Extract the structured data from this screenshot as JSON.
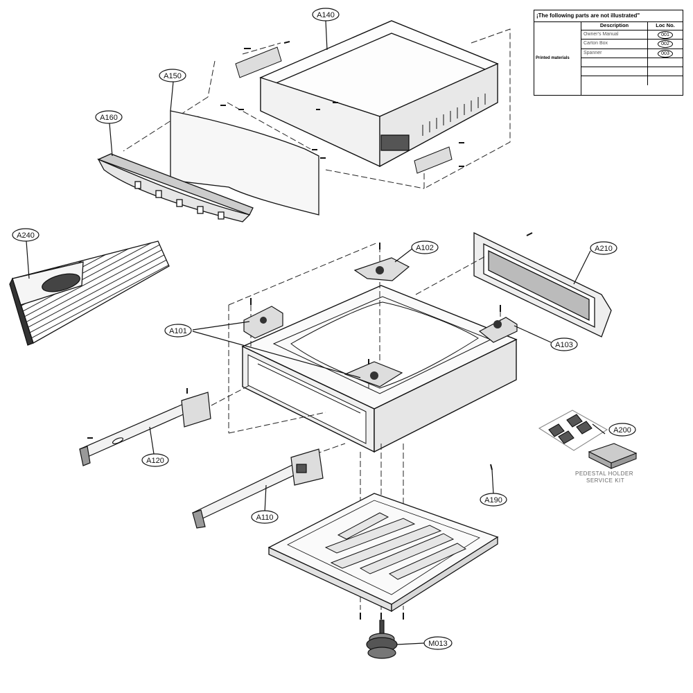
{
  "table": {
    "title": "¡The following parts are not illustrated\"",
    "headers": {
      "description": "Description",
      "loc": "Loc No."
    },
    "category": "Printed materials",
    "rows": [
      {
        "description": "Owner's Manual",
        "loc": "001"
      },
      {
        "description": "Carton Box",
        "loc": "002"
      },
      {
        "description": "Spanner",
        "loc": "003"
      },
      {
        "description": "",
        "loc": ""
      },
      {
        "description": "",
        "loc": ""
      },
      {
        "description": "",
        "loc": ""
      }
    ]
  },
  "callouts": {
    "a140": "A140",
    "a150": "A150",
    "a160": "A160",
    "a240": "A240",
    "a102": "A102",
    "a210": "A210",
    "a101": "A101",
    "a103": "A103",
    "a120": "A120",
    "a200": "A200",
    "a110": "A110",
    "a190": "A190",
    "m013": "M013"
  },
  "kit_label": {
    "line1": "PEDESTAL HOLDER",
    "line2": "SERVICE KIT"
  }
}
